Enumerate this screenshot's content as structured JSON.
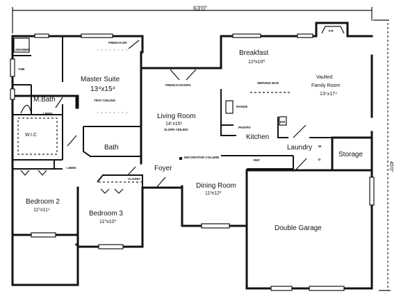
{
  "overall": {
    "width_dimension": "63'0\"",
    "depth_dimension": "45'0\""
  },
  "rooms": {
    "master_suite": {
      "name": "Master Suite",
      "size": "13⁴x15⁴",
      "note": "TRAY CEILING"
    },
    "m_bath": {
      "name": "M.Bath"
    },
    "wic": {
      "name": "W.I.C"
    },
    "tub": {
      "name": "TUB"
    },
    "shower": {
      "name": "SHOWER"
    },
    "bath": {
      "name": "Bath"
    },
    "bedroom2": {
      "name": "Bedroom 2",
      "size": "11⁰x11⁴"
    },
    "bedroom3": {
      "name": "Bedroom 3",
      "size": "11⁰x10⁰"
    },
    "living_room": {
      "name": "Living Room",
      "size": "14⁷x15⁶",
      "note": "SLOPE CEILING"
    },
    "foyer": {
      "name": "Foyer"
    },
    "dining_room": {
      "name": "Dining Room",
      "size": "11³x12³"
    },
    "breakfast": {
      "name": "Breakfast",
      "size": "12³x10⁰"
    },
    "family_room": {
      "name": "Vaulted",
      "name2": "Family Room",
      "size": "13⁵x17⁴"
    },
    "kitchen": {
      "name": "Kitchen"
    },
    "laundry": {
      "name": "Laundry"
    },
    "storage": {
      "name": "Storage"
    },
    "garage": {
      "name": "Double Garage"
    }
  },
  "annotations": {
    "french_dr": "FRENCH DR",
    "french_doors": "FRENCH DOORS",
    "linen_mbath": "LINEN",
    "linen_hall": "LINEN",
    "serving_bar": "SERVING BAR",
    "range": "RANGE",
    "pantry": "PANTRY",
    "dishwasher": "DW",
    "refrigerator": "REF",
    "closet": "CLOSET",
    "column": "DECORATIVE COLUMN",
    "fireplace": "F.P.",
    "washer": "W",
    "dryer": "D"
  }
}
